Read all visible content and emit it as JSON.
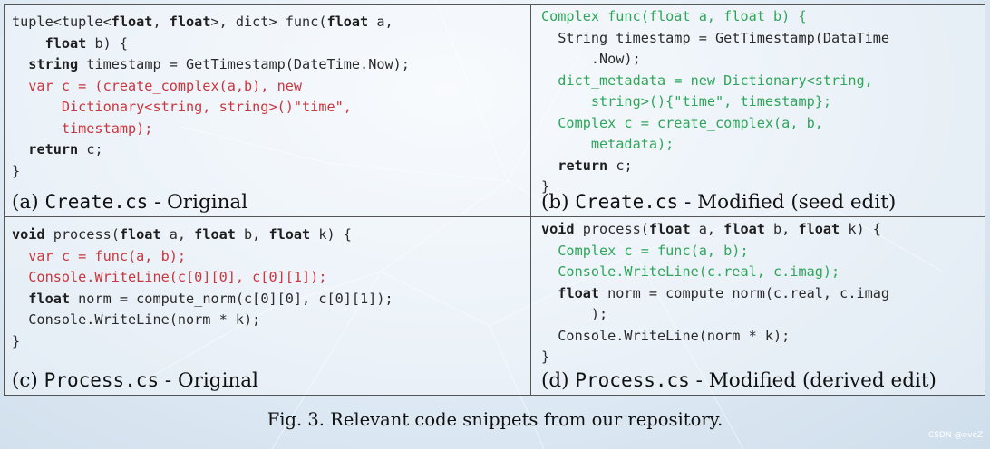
{
  "panels": {
    "a": {
      "lines": [
        [
          {
            "t": "tuple<tuple<",
            "c": "plain"
          },
          {
            "t": "float",
            "c": "kw"
          },
          {
            "t": ", ",
            "c": "plain"
          },
          {
            "t": "float",
            "c": "kw"
          },
          {
            "t": ">, dict> func(",
            "c": "plain"
          },
          {
            "t": "float",
            "c": "kw"
          },
          {
            "t": " a,",
            "c": "plain"
          }
        ],
        [
          {
            "t": "    ",
            "c": "plain"
          },
          {
            "t": "float",
            "c": "kw"
          },
          {
            "t": " b) {",
            "c": "plain"
          }
        ],
        [
          {
            "t": "  ",
            "c": "plain"
          },
          {
            "t": "string",
            "c": "kw"
          },
          {
            "t": " timestamp = GetTimestamp(DateTime.Now);",
            "c": "plain"
          }
        ],
        [
          {
            "t": "  var c = (create_complex(a,b), new",
            "c": "red"
          }
        ],
        [
          {
            "t": "      Dictionary<string, string>()\"time\",",
            "c": "red"
          }
        ],
        [
          {
            "t": "      timestamp);",
            "c": "red"
          }
        ],
        [
          {
            "t": "  ",
            "c": "plain"
          },
          {
            "t": "return",
            "c": "kw"
          },
          {
            "t": " c;",
            "c": "plain"
          }
        ],
        [
          {
            "t": "}",
            "c": "plain"
          }
        ]
      ],
      "caption_prefix": "(a) ",
      "caption_file": "Create.cs",
      "caption_suffix": " - Original"
    },
    "b": {
      "lines": [
        [
          {
            "t": "Complex func(float a, float b) {",
            "c": "green"
          }
        ],
        [
          {
            "t": "  String timestamp = GetTimestamp(DataTime",
            "c": "plain"
          }
        ],
        [
          {
            "t": "      .Now);",
            "c": "plain"
          }
        ],
        [
          {
            "t": "  dict_metadata = new Dictionary<string,",
            "c": "green"
          }
        ],
        [
          {
            "t": "      string>(){\"time\", timestamp};",
            "c": "green"
          }
        ],
        [
          {
            "t": "  Complex c = create_complex(a, b,",
            "c": "green"
          }
        ],
        [
          {
            "t": "      metadata);",
            "c": "green"
          }
        ],
        [
          {
            "t": "  ",
            "c": "plain"
          },
          {
            "t": "return",
            "c": "kw"
          },
          {
            "t": " c;",
            "c": "plain"
          }
        ],
        [
          {
            "t": "}",
            "c": "plain"
          }
        ]
      ],
      "caption_prefix": "(b) ",
      "caption_file": "Create.cs",
      "caption_suffix": " - Modified (seed edit)"
    },
    "c": {
      "lines": [
        [
          {
            "t": "void",
            "c": "kw"
          },
          {
            "t": " process(",
            "c": "plain"
          },
          {
            "t": "float",
            "c": "kw"
          },
          {
            "t": " a, ",
            "c": "plain"
          },
          {
            "t": "float",
            "c": "kw"
          },
          {
            "t": " b, ",
            "c": "plain"
          },
          {
            "t": "float",
            "c": "kw"
          },
          {
            "t": " k) {",
            "c": "plain"
          }
        ],
        [
          {
            "t": "  var c = func(a, b);",
            "c": "red"
          }
        ],
        [
          {
            "t": "  Console.WriteLine(c[0][0], c[0][1]);",
            "c": "red"
          }
        ],
        [
          {
            "t": "  ",
            "c": "plain"
          },
          {
            "t": "float",
            "c": "kw"
          },
          {
            "t": " norm = compute_norm(c[0][0], c[0][1]);",
            "c": "plain"
          }
        ],
        [
          {
            "t": "  Console.WriteLine(norm * k);",
            "c": "plain"
          }
        ],
        [
          {
            "t": "}",
            "c": "plain"
          }
        ]
      ],
      "caption_prefix": "(c) ",
      "caption_file": "Process.cs",
      "caption_suffix": " - Original"
    },
    "d": {
      "lines": [
        [
          {
            "t": "void",
            "c": "kw"
          },
          {
            "t": " process(",
            "c": "plain"
          },
          {
            "t": "float",
            "c": "kw"
          },
          {
            "t": " a, ",
            "c": "plain"
          },
          {
            "t": "float",
            "c": "kw"
          },
          {
            "t": " b, ",
            "c": "plain"
          },
          {
            "t": "float",
            "c": "kw"
          },
          {
            "t": " k) {",
            "c": "plain"
          }
        ],
        [
          {
            "t": "  Complex c = func(a, b);",
            "c": "green"
          }
        ],
        [
          {
            "t": "  Console.WriteLine(c.real, c.imag);",
            "c": "green"
          }
        ],
        [
          {
            "t": "  ",
            "c": "plain"
          },
          {
            "t": "float",
            "c": "kw"
          },
          {
            "t": " norm = compute_norm(c.real, c.imag",
            "c": "plain"
          }
        ],
        [
          {
            "t": "      );",
            "c": "plain"
          }
        ],
        [
          {
            "t": "  Console.WriteLine(norm * k);",
            "c": "plain"
          }
        ],
        [
          {
            "t": "}",
            "c": "plain"
          }
        ]
      ],
      "caption_prefix": "(d) ",
      "caption_file": "Process.cs",
      "caption_suffix": " - Modified (derived edit)"
    }
  },
  "figure_caption": "Fig. 3.  Relevant code snippets from our repository.",
  "watermark": "CSDN @ovéZ",
  "colors": {
    "removed": "#c9373d",
    "added": "#2fa65a"
  }
}
